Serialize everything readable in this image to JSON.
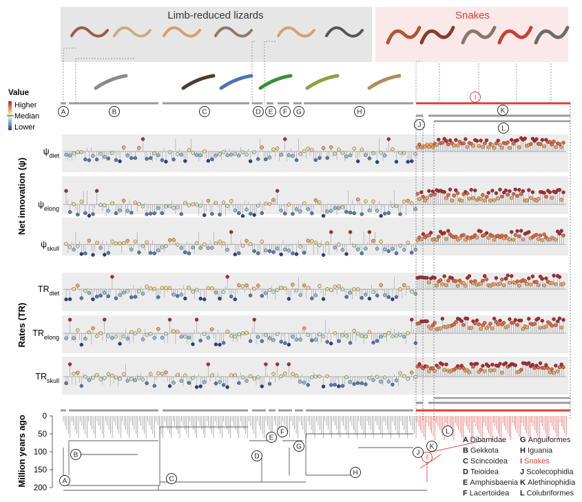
{
  "header": {
    "lizards_title": "Limb-reduced lizards",
    "snakes_title": "Snakes",
    "lizards_band_color": "#e6e6e6",
    "snakes_band_color": "#fbe9e9",
    "snake_accent": "#e33b33"
  },
  "illustrations": {
    "lizard_photos": [
      "limb-reduced-lizard-1",
      "limb-reduced-lizard-2",
      "limb-reduced-lizard-3",
      "limb-reduced-lizard-4",
      "limb-reduced-lizard-5",
      "limb-reduced-lizard-6"
    ],
    "snake_photos": [
      "snake-1",
      "snake-2",
      "snake-3",
      "snake-4",
      "snake-5"
    ],
    "clade_photos": [
      "gecko",
      "skink-1",
      "skink-2",
      "lacertid",
      "chameleon",
      "iguanian"
    ]
  },
  "legend": {
    "title": "Value",
    "higher": "Higher",
    "median": "Median",
    "lower": "Lower",
    "colors": [
      "#b3262a",
      "#e7643b",
      "#f3a45c",
      "#f6d88a",
      "#cfe3c4",
      "#8fbad4",
      "#4f79b4",
      "#283c91"
    ]
  },
  "clade_markers": [
    {
      "letter": "A",
      "color": "#222"
    },
    {
      "letter": "B",
      "color": "#222"
    },
    {
      "letter": "C",
      "color": "#222"
    },
    {
      "letter": "D",
      "color": "#222"
    },
    {
      "letter": "E",
      "color": "#222"
    },
    {
      "letter": "F",
      "color": "#222"
    },
    {
      "letter": "G",
      "color": "#222"
    },
    {
      "letter": "H",
      "color": "#222"
    },
    {
      "letter": "I",
      "color": "#e33b33"
    },
    {
      "letter": "J",
      "color": "#222"
    },
    {
      "letter": "K",
      "color": "#222"
    },
    {
      "letter": "L",
      "color": "#222"
    }
  ],
  "groups": {
    "net_innovation": "Net innovation (ψ)",
    "rates": "Rates (TR)"
  },
  "panels": [
    {
      "id": "psi_diet",
      "base": "ψ",
      "sub": "diet",
      "group": "net_innovation"
    },
    {
      "id": "psi_elong",
      "base": "ψ",
      "sub": "elong",
      "group": "net_innovation"
    },
    {
      "id": "psi_skull",
      "base": "ψ",
      "sub": "skull",
      "group": "net_innovation"
    },
    {
      "id": "tr_diet",
      "base": "TR",
      "sub": "diet",
      "group": "rates"
    },
    {
      "id": "tr_elong",
      "base": "TR",
      "sub": "elong",
      "group": "rates"
    },
    {
      "id": "tr_skull",
      "base": "TR",
      "sub": "skull",
      "group": "rates"
    }
  ],
  "time_axis": {
    "label": "Million years ago",
    "ticks": [
      "0",
      "50",
      "100",
      "150",
      "200"
    ]
  },
  "clade_key": [
    {
      "letter": "A",
      "name": "Dibamidae",
      "color": "#222"
    },
    {
      "letter": "B",
      "name": "Gekkota",
      "color": "#222"
    },
    {
      "letter": "C",
      "name": "Scincoidea",
      "color": "#222"
    },
    {
      "letter": "D",
      "name": "Teioidea",
      "color": "#222"
    },
    {
      "letter": "E",
      "name": "Amphisbaenia",
      "color": "#222"
    },
    {
      "letter": "F",
      "name": "Lacertoidea",
      "color": "#222"
    },
    {
      "letter": "G",
      "name": "Anguiformes",
      "color": "#222"
    },
    {
      "letter": "H",
      "name": "Iguania",
      "color": "#222"
    },
    {
      "letter": "I",
      "name": "Snakes",
      "color": "#e33b33"
    },
    {
      "letter": "J",
      "name": "Scolecophidia",
      "color": "#222"
    },
    {
      "letter": "K",
      "name": "Alethinophidia",
      "color": "#222"
    },
    {
      "letter": "L",
      "name": "Colubriformes",
      "color": "#222"
    }
  ]
}
